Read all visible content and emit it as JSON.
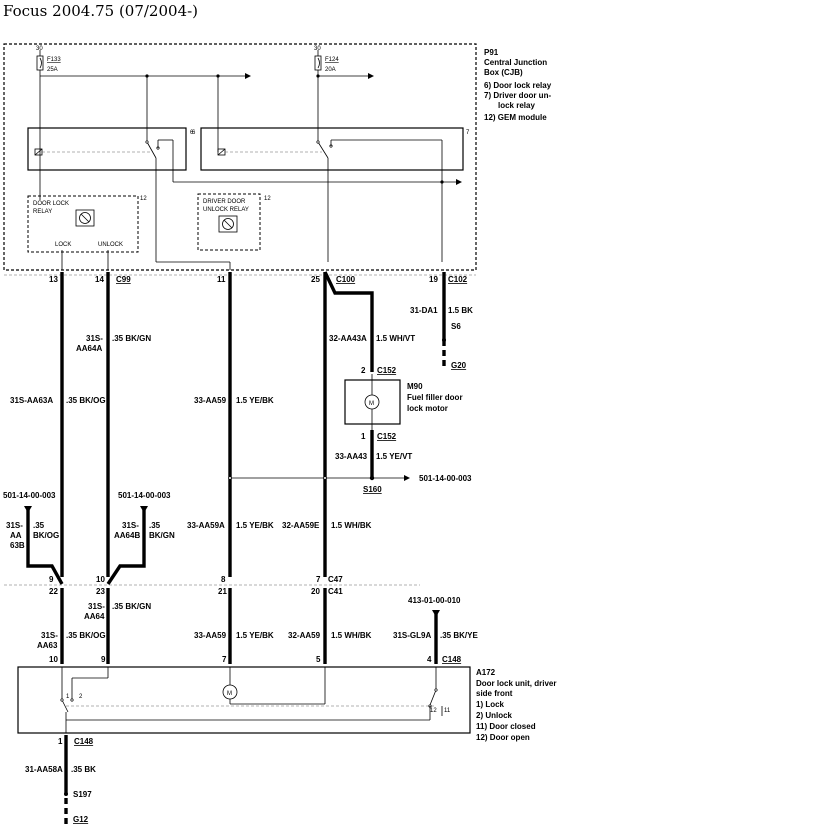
{
  "title": "Focus 2004.75 (07/2004-)",
  "cjb": {
    "id": "P91",
    "name_line1": "Central Junction",
    "name_line2": "Box (CJB)",
    "items": [
      "6)   Door lock relay",
      "7)   Driver door un-",
      "lock relay",
      "12) GEM module"
    ],
    "fuse1_label": "F133",
    "fuse1_rating": "25A",
    "fuse1_feed": "30",
    "fuse2_label": "F124",
    "fuse2_rating": "20A",
    "fuse2_feed": "30",
    "relay1_pin": "6",
    "relay2_pin": "7",
    "gem1_pin": "12",
    "gem2_pin": "12",
    "door_lock_relay_1": "DOOR LOCK",
    "door_lock_relay_2": "RELAY",
    "lock": "LOCK",
    "unlock": "UNLOCK",
    "driver_relay_1": "DRIVER DOOR",
    "driver_relay_2": "UNLOCK RELAY"
  },
  "connectors": {
    "c99": "C99",
    "c100": "C100",
    "c102": "C102",
    "c152": "C152",
    "c47": "C47",
    "c41": "C41",
    "c148": "C148",
    "pin13": "13",
    "pin14": "14",
    "pin11": "11",
    "pin25": "25",
    "pin19": "19",
    "pin9a": "9",
    "pin10a": "10",
    "pin8": "8",
    "pin7a": "7",
    "pin22": "22",
    "pin23": "23",
    "pin21": "21",
    "pin20": "20",
    "pin10b": "10",
    "pin9b": "9",
    "pin7b": "7",
    "pin5": "5",
    "pin4": "4",
    "pin2c152": "2",
    "pin1c152": "1",
    "pin1c148": "1"
  },
  "wires": {
    "w1_code": "31S-AA63A",
    "w1_spec": ".35 BK/OG",
    "w2_code_1": "31S-",
    "w2_code_2": "AA64A",
    "w2_spec": ".35 BK/GN",
    "w3_code": "33-AA59",
    "w3_spec": "1.5 YE/BK",
    "w4_code": "32-AA43A",
    "w4_spec": "1.5 WH/VT",
    "w5_code": "31-DA1",
    "w5_spec": "1.5 BK",
    "w6_code": "33-AA43",
    "w6_spec": "1.5 YE/VT",
    "w7_code_1": "31S-",
    "w7_code_2": "AA",
    "w7_code_3": "63B",
    "w7_spec_1": ".35",
    "w7_spec_2": "BK/OG",
    "w8_code_1": "31S-",
    "w8_code_2": "AA64B",
    "w8_spec_1": ".35",
    "w8_spec_2": "BK/GN",
    "w9_code": "33-AA59A",
    "w9_spec": "1.5 YE/BK",
    "w10_code": "32-AA59E",
    "w10_spec": "1.5 WH/BK",
    "w11_code_1": "31S-",
    "w11_code_2": "AA64",
    "w11_spec": ".35 BK/GN",
    "w12_code_1": "31S-",
    "w12_code_2": "AA63",
    "w12_spec": ".35 BK/OG",
    "w13_code": "33-AA59",
    "w13_spec": "1.5 YE/BK",
    "w14_code": "32-AA59",
    "w14_spec": "1.5 WH/BK",
    "w15_code": "31S-GL9A",
    "w15_spec": ".35 BK/YE",
    "w16_code": "31-AA58A",
    "w16_spec": ".35 BK"
  },
  "splices": {
    "s6": "S6",
    "s160": "S160",
    "s197": "S197"
  },
  "grounds": {
    "g20": "G20",
    "g12": "G12"
  },
  "refs": {
    "ref1": "501-14-00-003",
    "ref2": "501-14-00-003",
    "ref3": "501-14-00-003",
    "ref4": "413-01-00-010"
  },
  "m90": {
    "id": "M90",
    "line1": "Fuel filler door",
    "line2": "lock motor"
  },
  "a172": {
    "id": "A172",
    "line1": "Door lock unit, driver",
    "line2": "side front",
    "items": [
      "1)   Lock",
      "2)   Unlock",
      "11) Door closed",
      "12) Door open"
    ],
    "sw1a": "1",
    "sw1b": "2",
    "sw2a": "12",
    "sw2b": "11"
  },
  "motor_symbol": "M"
}
